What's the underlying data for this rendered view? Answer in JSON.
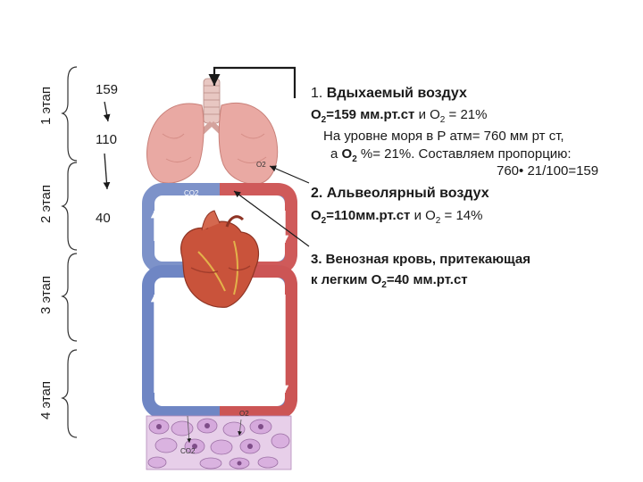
{
  "stages": [
    {
      "label": "1 этап"
    },
    {
      "label": "2 этап"
    },
    {
      "label": "3 этап"
    },
    {
      "label": "4 этап"
    }
  ],
  "pressures": [
    "159",
    "110",
    "40"
  ],
  "diagram_labels": {
    "o2_lungs": "O2",
    "co2_top": "CO2",
    "o2_tissue": "O2",
    "co2_tissue": "CO2"
  },
  "notes": {
    "n1": {
      "title_num": "1.",
      "title": "Вдыхаемый воздух",
      "line1_a": "O",
      "line1_sub": "2",
      "line1_b": "=159 мм.рт.ст",
      "line1_c": " и О",
      "line1_sub2": "2",
      "line1_d": " = 21%",
      "line2": "На уровне моря в Р атм= 760 мм рт ст,",
      "line3_a": "а ",
      "line3_b": "О",
      "line3_sub": "2",
      "line3_c": " %= 21%. Составляем пропорцию:",
      "line4": "760• 21/100=159"
    },
    "n2": {
      "title": "2. Альвеолярный воздух",
      "line1_a": "O",
      "line1_sub": "2",
      "line1_b": "=110мм.рт.ст",
      "line1_c": " и О",
      "line1_sub2": "2",
      "line1_d": " = 14%"
    },
    "n3": {
      "line1": "3. Венозная кровь, притекающая",
      "line2_a": "к легким ",
      "line2_b": "О",
      "line2_sub": "2",
      "line2_c": "=40 мм.рт.ст"
    }
  },
  "colors": {
    "artery": "#c94c4c",
    "vein": "#5b72b8",
    "lung": "#e9a9a3",
    "heart": "#c9533b",
    "tissue": "#d9b6de"
  }
}
